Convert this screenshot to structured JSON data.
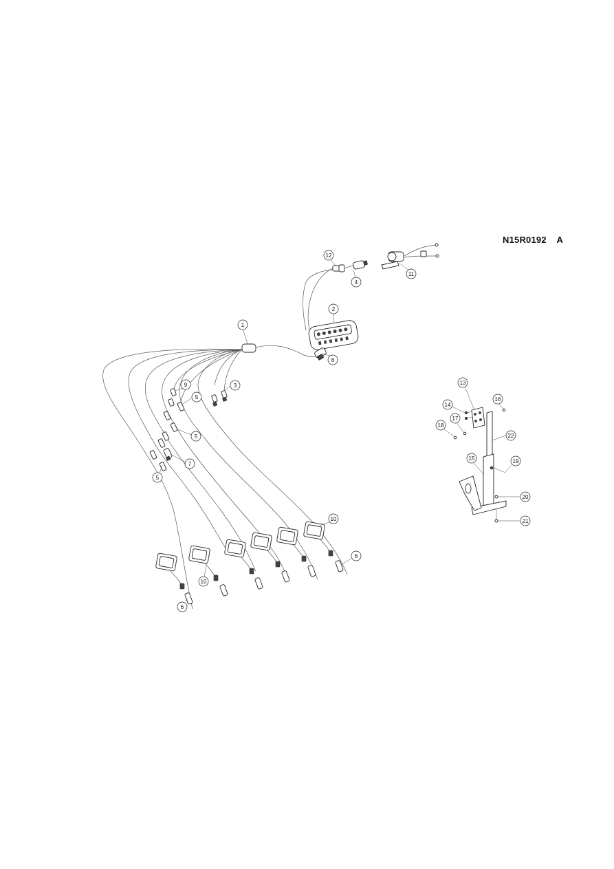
{
  "drawing": {
    "reference_code": "N15R0192",
    "revision": "A",
    "callouts": [
      {
        "id": "c1",
        "label": "1"
      },
      {
        "id": "c2",
        "label": "2"
      },
      {
        "id": "c3",
        "label": "3"
      },
      {
        "id": "c4",
        "label": "4"
      },
      {
        "id": "c5a",
        "label": "5"
      },
      {
        "id": "c5b",
        "label": "5"
      },
      {
        "id": "c5c",
        "label": "5"
      },
      {
        "id": "c6a",
        "label": "6"
      },
      {
        "id": "c6b",
        "label": "6"
      },
      {
        "id": "c7",
        "label": "7"
      },
      {
        "id": "c8",
        "label": "8"
      },
      {
        "id": "c9",
        "label": "9"
      },
      {
        "id": "c10a",
        "label": "10"
      },
      {
        "id": "c10b",
        "label": "10"
      },
      {
        "id": "c11",
        "label": "11"
      },
      {
        "id": "c12",
        "label": "12"
      },
      {
        "id": "c13",
        "label": "13"
      },
      {
        "id": "c14",
        "label": "14"
      },
      {
        "id": "c15",
        "label": "15"
      },
      {
        "id": "c16",
        "label": "16"
      },
      {
        "id": "c17",
        "label": "17"
      },
      {
        "id": "c18",
        "label": "18"
      },
      {
        "id": "c19",
        "label": "19"
      },
      {
        "id": "c20",
        "label": "20"
      },
      {
        "id": "c21",
        "label": "21"
      },
      {
        "id": "c22",
        "label": "22"
      }
    ]
  }
}
